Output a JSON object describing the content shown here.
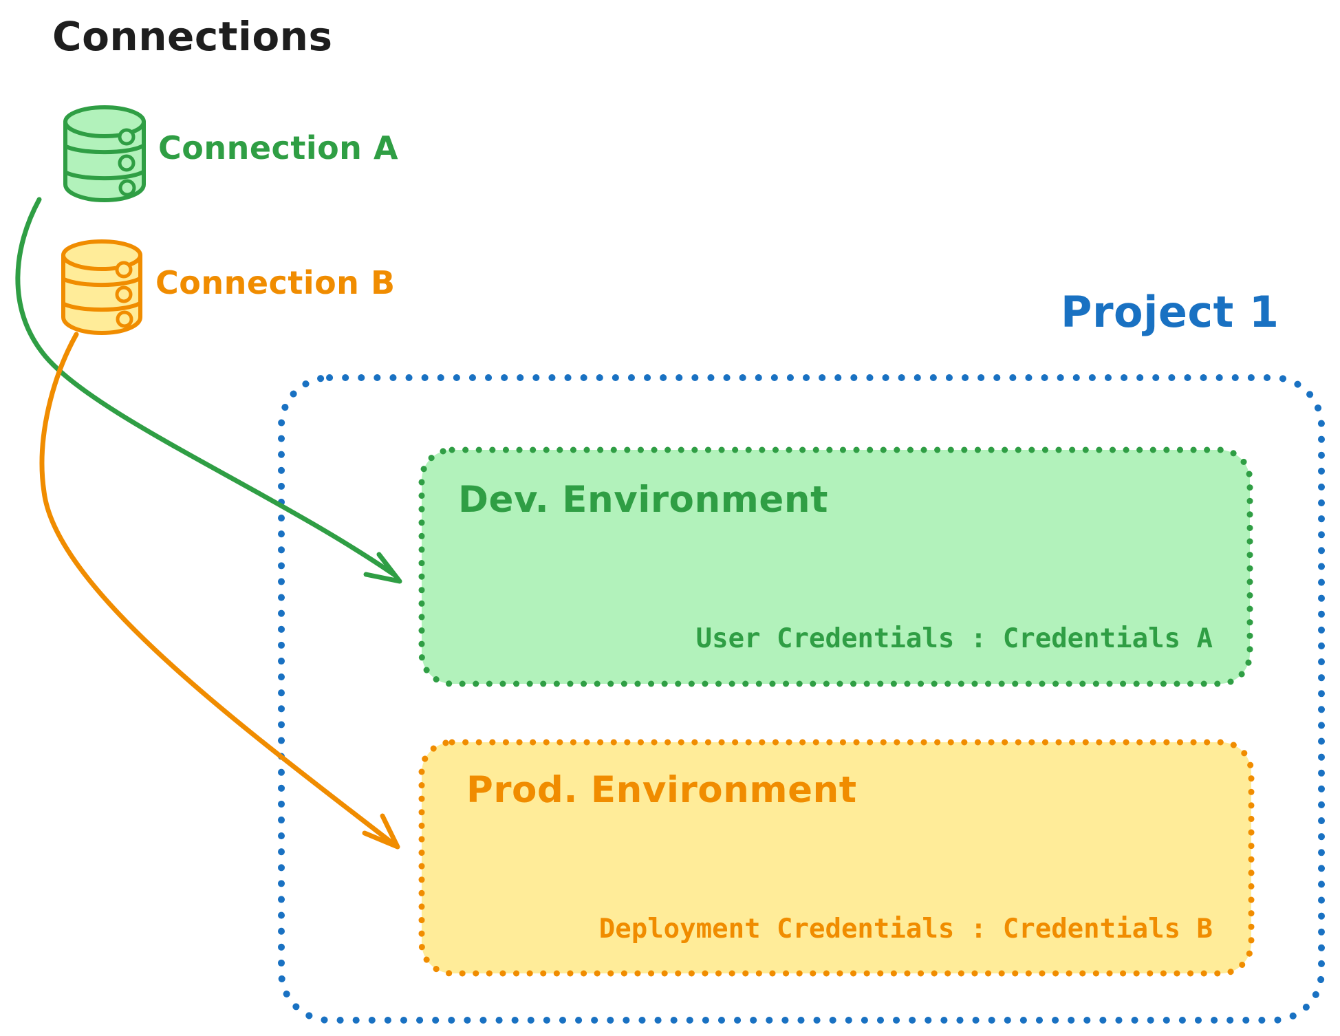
{
  "diagram": {
    "connections_panel": {
      "title": "Connections",
      "items": [
        {
          "label": "Connection A",
          "icon": "database-icon",
          "accent": "#2f9e44",
          "fill": "#b2f2bb"
        },
        {
          "label": "Connection B",
          "icon": "database-icon",
          "accent": "#f08c00",
          "fill": "#ffec99"
        }
      ]
    },
    "project": {
      "title": "Project 1",
      "accent": "#1971c2",
      "environments": [
        {
          "name": "Dev. Environment",
          "credentials": "User Credentials : Credentials A",
          "accent": "#2f9e44",
          "fill": "#b2f2bb"
        },
        {
          "name": "Prod. Environment",
          "credentials": "Deployment Credentials : Credentials B",
          "accent": "#f08c00",
          "fill": "#ffec99"
        }
      ]
    },
    "arrows": [
      {
        "name": "connection-a-to-dev-environment",
        "color": "#2f9e44"
      },
      {
        "name": "connection-b-to-prod-environment",
        "color": "#f08c00"
      }
    ],
    "colors": {
      "ink": "#1e1e1e",
      "green": "#2f9e44",
      "green_fill": "#b2f2bb",
      "orange": "#f08c00",
      "orange_fill": "#ffec99",
      "blue": "#1971c2",
      "background": "#ffffff"
    }
  }
}
